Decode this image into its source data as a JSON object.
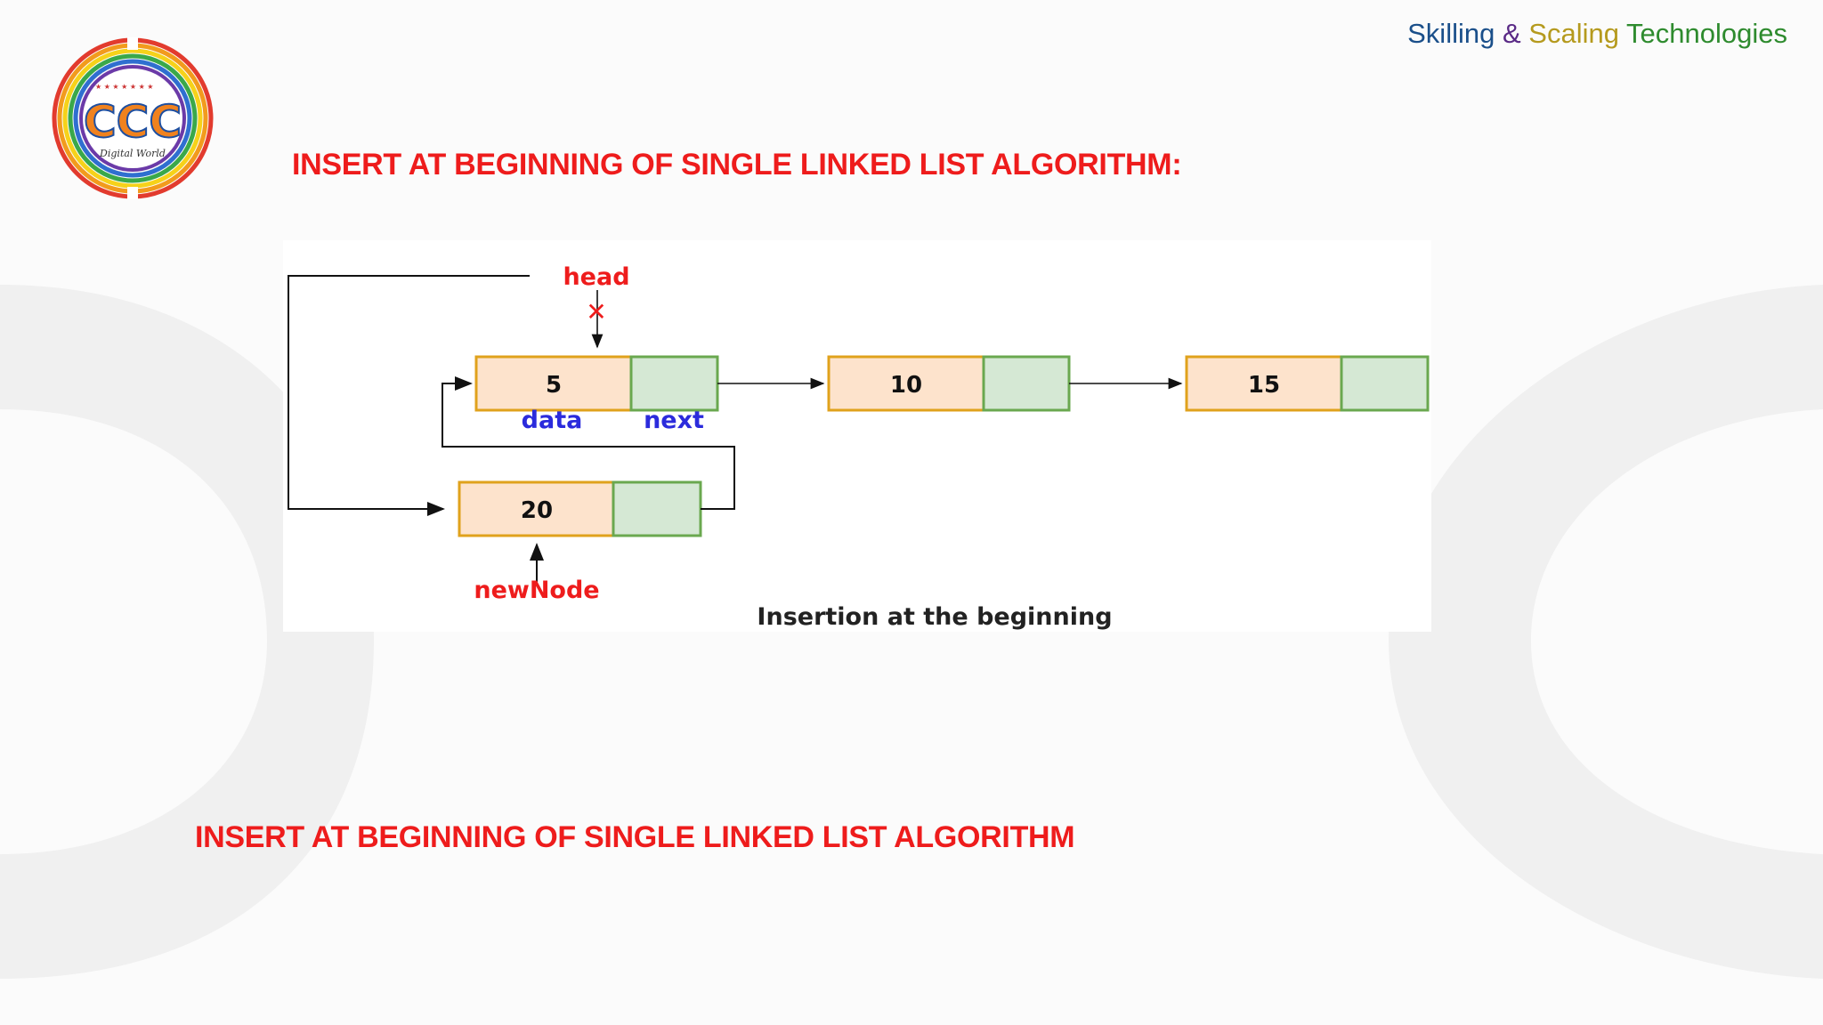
{
  "brand": {
    "word1": "Skilling",
    "amp": "&",
    "word2": "Scaling",
    "word3": "Technologies",
    "colors": {
      "word1": "#1a4f8a",
      "amp": "#5a2a86",
      "word2": "#b59a1e",
      "word3": "#2e8b2e"
    }
  },
  "logo": {
    "text": "CCC",
    "subtitle": "Digital World"
  },
  "title": "INSERT AT BEGINNING OF SINGLE LINKED LIST ALGORITHM:",
  "diagram": {
    "head_label": "head",
    "removed_mark": "✕",
    "nodes": [
      {
        "value": "5"
      },
      {
        "value": "10"
      },
      {
        "value": "15"
      },
      {
        "value": "20"
      }
    ],
    "field_labels": {
      "data": "data",
      "next": "next"
    },
    "new_node_label": "newNode",
    "caption": "Insertion at the beginning",
    "colors": {
      "data_fill": "#fde3cc",
      "data_border": "#e0a21c",
      "next_fill": "#d5e8d4",
      "next_border": "#6aa84f",
      "label_red": "#ee1c1c",
      "label_blue": "#2b2bdc"
    }
  },
  "bottom_title": "INSERT AT BEGINNING OF SINGLE LINKED LIST ALGORITHM"
}
